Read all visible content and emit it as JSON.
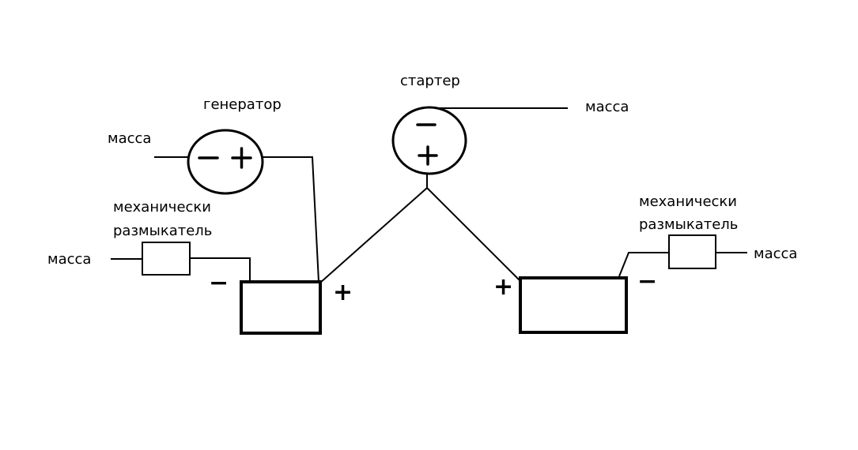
{
  "labels": {
    "generator": "генератор",
    "starter": "стартер",
    "massa_generator": "масса",
    "massa_starter": "масса",
    "massa_left": "масса",
    "massa_right": "масса",
    "breaker_left_line1": "механически",
    "breaker_left_line2": "размыкатель",
    "breaker_right_line1": "механически",
    "breaker_right_line2": "размыкатель"
  },
  "terminals": {
    "battery_left_minus": "−",
    "battery_left_plus": "+",
    "battery_right_plus": "+",
    "battery_right_minus": "−"
  },
  "colors": {
    "ink": "#000000",
    "background": "#ffffff"
  }
}
